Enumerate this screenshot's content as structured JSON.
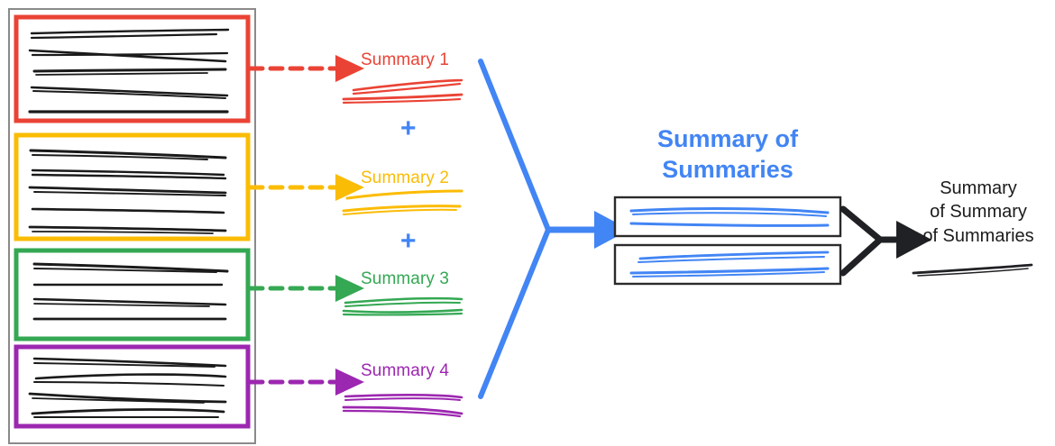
{
  "diagram": {
    "title_text_blocks": {
      "summary_of_summaries": "Summary of\nSummaries",
      "final_output": "Summary\nof Summary\nof Summaries"
    },
    "plus_symbol": "+",
    "colors": {
      "red": "#EA4335",
      "orange": "#FBBC05",
      "green": "#34A853",
      "purple": "#9C27B0",
      "blue": "#4285F4",
      "black": "#202124",
      "container_border": "#808080",
      "box_border": "#333333",
      "background": "#FFFFFF"
    },
    "source_container": {
      "name": "source-documents-container",
      "documents": [
        {
          "id": "doc-1",
          "color_key": "red",
          "color": "#EA4335",
          "line_count": 5,
          "arrow_label": "dashed-arrow-red"
        },
        {
          "id": "doc-2",
          "color_key": "orange",
          "color": "#FBBC05",
          "line_count": 5,
          "arrow_label": "dashed-arrow-orange"
        },
        {
          "id": "doc-3",
          "color_key": "green",
          "color": "#34A853",
          "line_count": 4,
          "arrow_label": "dashed-arrow-green"
        },
        {
          "id": "doc-4",
          "color_key": "purple",
          "color": "#9C27B0",
          "line_count": 4,
          "arrow_label": "dashed-arrow-purple"
        }
      ]
    },
    "summaries": [
      {
        "label": "Summary 1",
        "color": "#EA4335",
        "color_key": "red",
        "squiggle_lines": 4
      },
      {
        "label": "Summary 2",
        "color": "#FBBC05",
        "color_key": "orange",
        "squiggle_lines": 3
      },
      {
        "label": "Summary 3",
        "color": "#34A853",
        "color_key": "green",
        "squiggle_lines": 4
      },
      {
        "label": "Summary 4",
        "color": "#9C27B0",
        "color_key": "purple",
        "squiggle_lines": 4
      }
    ],
    "plus_separators": [
      {
        "between": "Summary 1 and Summary 2"
      },
      {
        "between": "Summary 2 and Summary 3"
      }
    ],
    "merge_blue": {
      "name": "blue-merge-arrow",
      "color": "#4285F4",
      "direction": "right"
    },
    "summary_of_summaries": {
      "heading_line_1": "Summary of",
      "heading_line_2": "Summaries",
      "color": "#4285F4",
      "boxes": [
        {
          "id": "sos-box-1",
          "squiggle_lines": 3
        },
        {
          "id": "sos-box-2",
          "squiggle_lines": 3
        }
      ]
    },
    "merge_black": {
      "name": "black-merge-arrow",
      "color": "#202124",
      "direction": "right"
    },
    "final_output": {
      "line_1": "Summary",
      "line_2": "of Summary",
      "line_3": "of Summaries",
      "color": "#202124",
      "squiggle_lines": 1
    }
  }
}
